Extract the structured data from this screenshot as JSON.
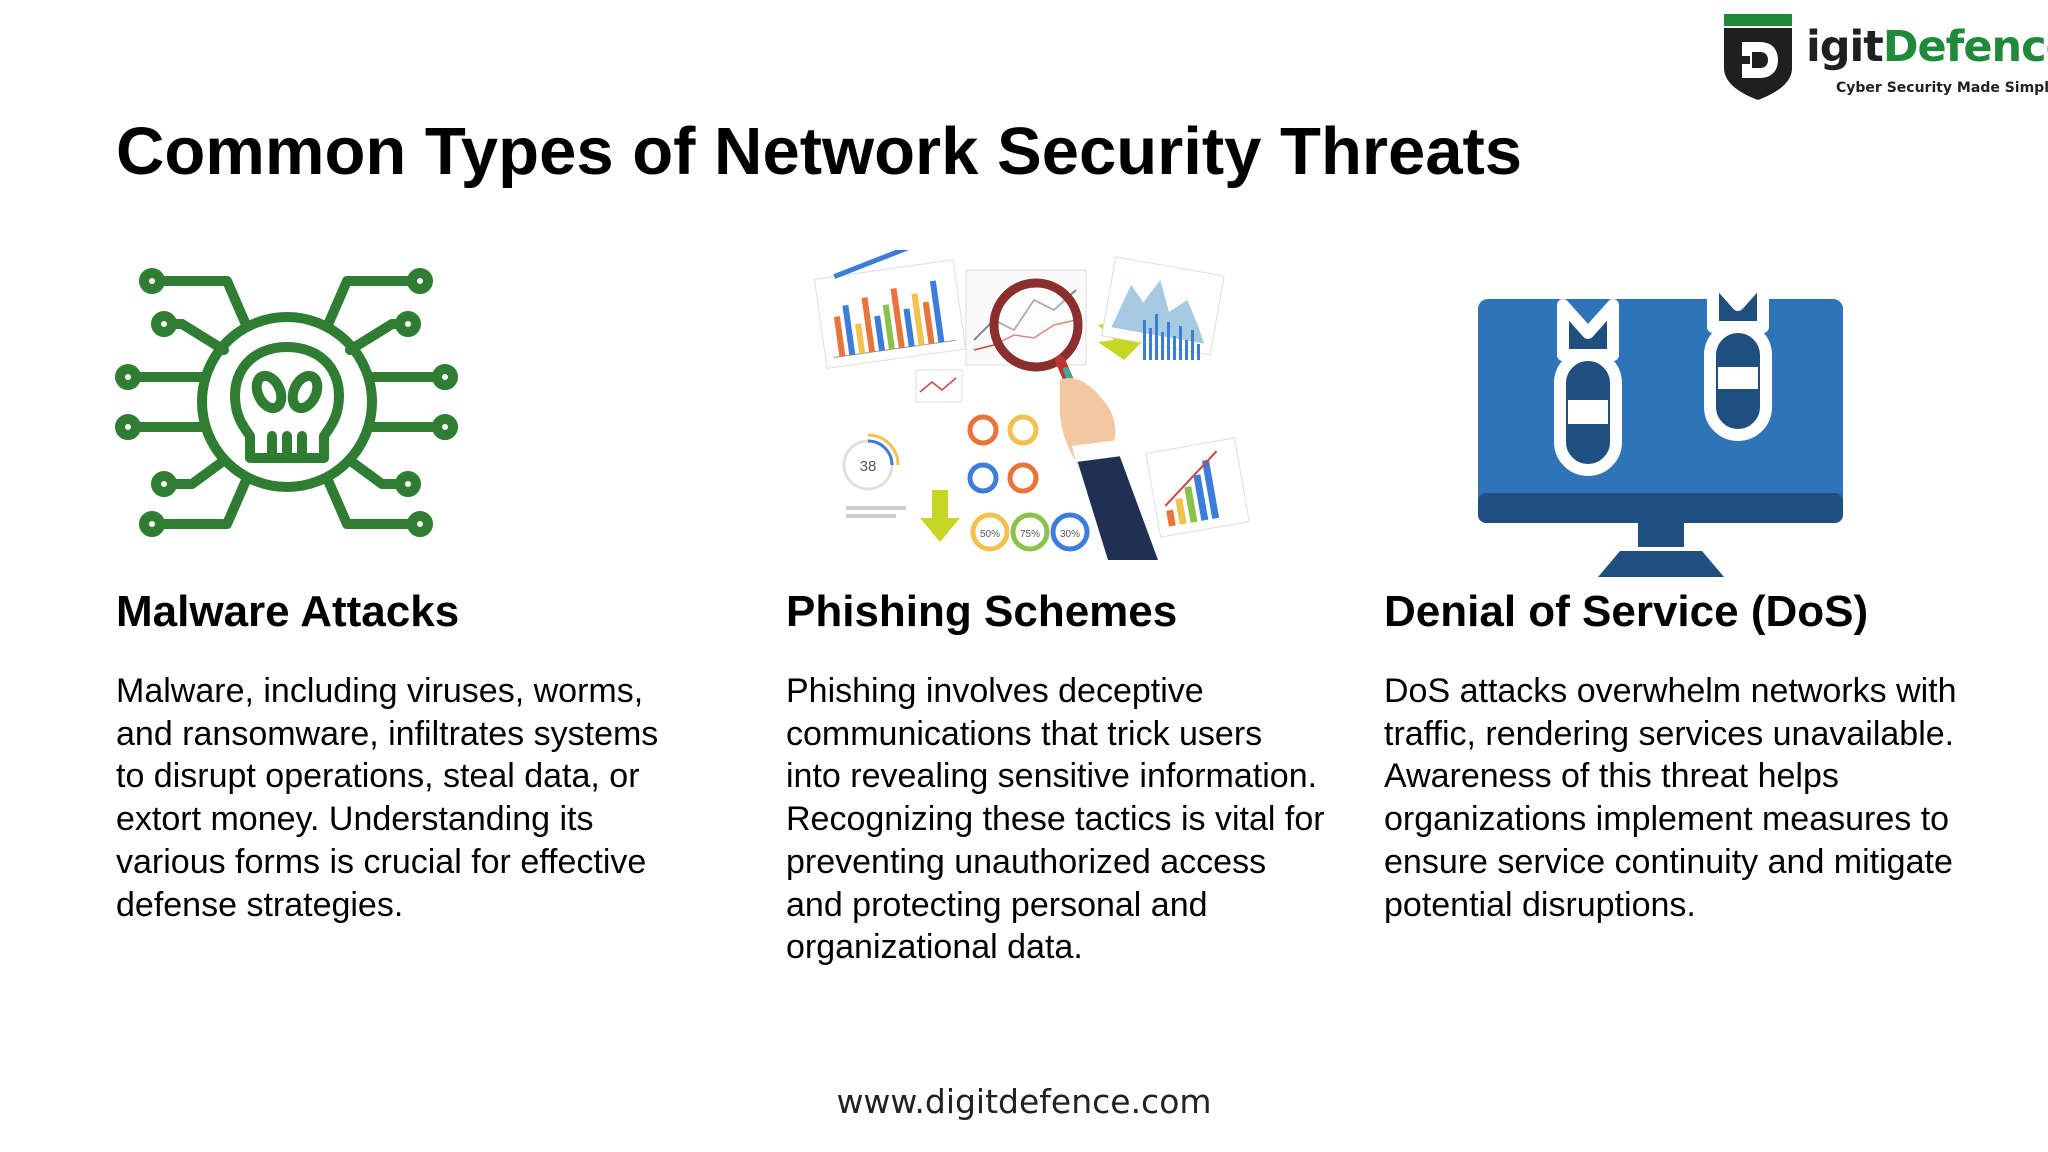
{
  "brand": {
    "logo_left": "igit",
    "logo_right": "Defence",
    "tagline": "Cyber Security Made Simple.",
    "green": "#1e8a3a",
    "dark": "#1f1f1f"
  },
  "title": "Common Types of Network Security Threats",
  "sections": [
    {
      "heading": "Malware Attacks",
      "body": "Malware, including viruses, worms, and ransomware, infiltrates systems to disrupt operations, steal data, or extort money. Understanding its various forms is crucial for effective defense strategies.",
      "icon": "skull-circuit-icon",
      "icon_color": "#2e7d32"
    },
    {
      "heading": "Phishing Schemes",
      "body": "Phishing involves deceptive communications that trick users into revealing sensitive information. Recognizing these tactics is vital for preventing unauthorized access and protecting personal and organizational data.",
      "icon": "magnifier-charts-icon",
      "illustration": {
        "gauge_label": "38",
        "donut_labels": [
          "50%",
          "75%",
          "30%"
        ]
      }
    },
    {
      "heading": "Denial of Service (DoS)",
      "body": "DoS attacks overwhelm networks with traffic, rendering services unavailable. Awareness of this threat helps organizations implement measures to ensure service continuity and mitigate potential disruptions.",
      "icon": "monitor-bombs-icon",
      "icon_color": "#2f73b8",
      "icon_dark": "#1f4f7e"
    }
  ],
  "footer": "www.digitdefence.com"
}
